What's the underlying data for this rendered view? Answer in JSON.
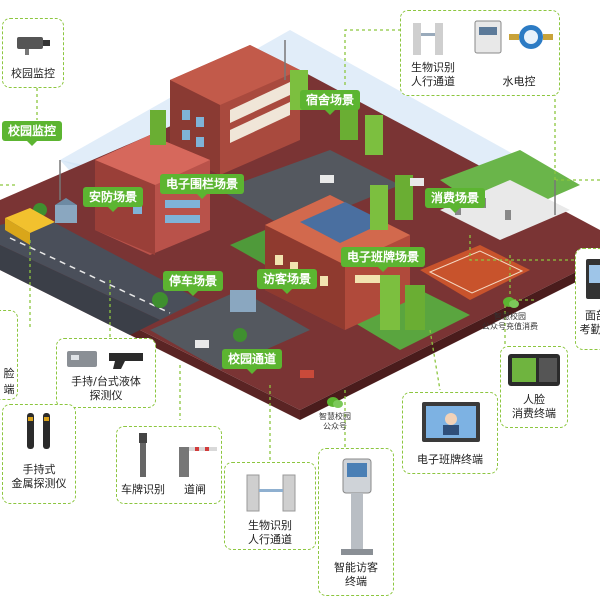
{
  "scenes": {
    "campus_monitor": "校园监控",
    "security": "安防场景",
    "e_fence": "电子围栏场景",
    "dorm": "宿舍场景",
    "consumption": "消费场景",
    "parking": "停车场景",
    "visitor": "访客场景",
    "e_classboard": "电子班牌场景",
    "campus_passage": "校园通道"
  },
  "devices": {
    "campus_monitor": "校园监控",
    "bio_passage_top_1": "生物识别",
    "bio_passage_top_2": "人行通道",
    "water_power": "水电控",
    "face_attendance_1": "面部",
    "face_attendance_2": "考勤智",
    "face_terminal_1": "人脸",
    "face_terminal_2": "消费终端",
    "e_classboard_terminal": "电子班牌终端",
    "smart_visitor_1": "智能访客",
    "smart_visitor_2": "终端",
    "bio_passage_bottom_1": "生物识别",
    "bio_passage_bottom_2": "人行通道",
    "plate_recognition": "车牌识别",
    "barrier_gate": "道闸",
    "liquid_detector_1": "手持/台式液体",
    "liquid_detector_2": "探测仪",
    "metal_detector_1": "手持式",
    "metal_detector_2": "金属探测仪",
    "left_cut_1": "脸",
    "left_cut_2": "端"
  },
  "wechat": {
    "pay_1": "智慧校园",
    "pay_2": "公众号充值消费",
    "account_1": "智慧校园",
    "account_2": "公众号"
  },
  "colors": {
    "accent_green": "#5cb531",
    "dashed_line": "#8cc63f",
    "ground": "#6b2f2f",
    "road": "#4a4f5a",
    "sky_beam": "#cfe3f5"
  }
}
